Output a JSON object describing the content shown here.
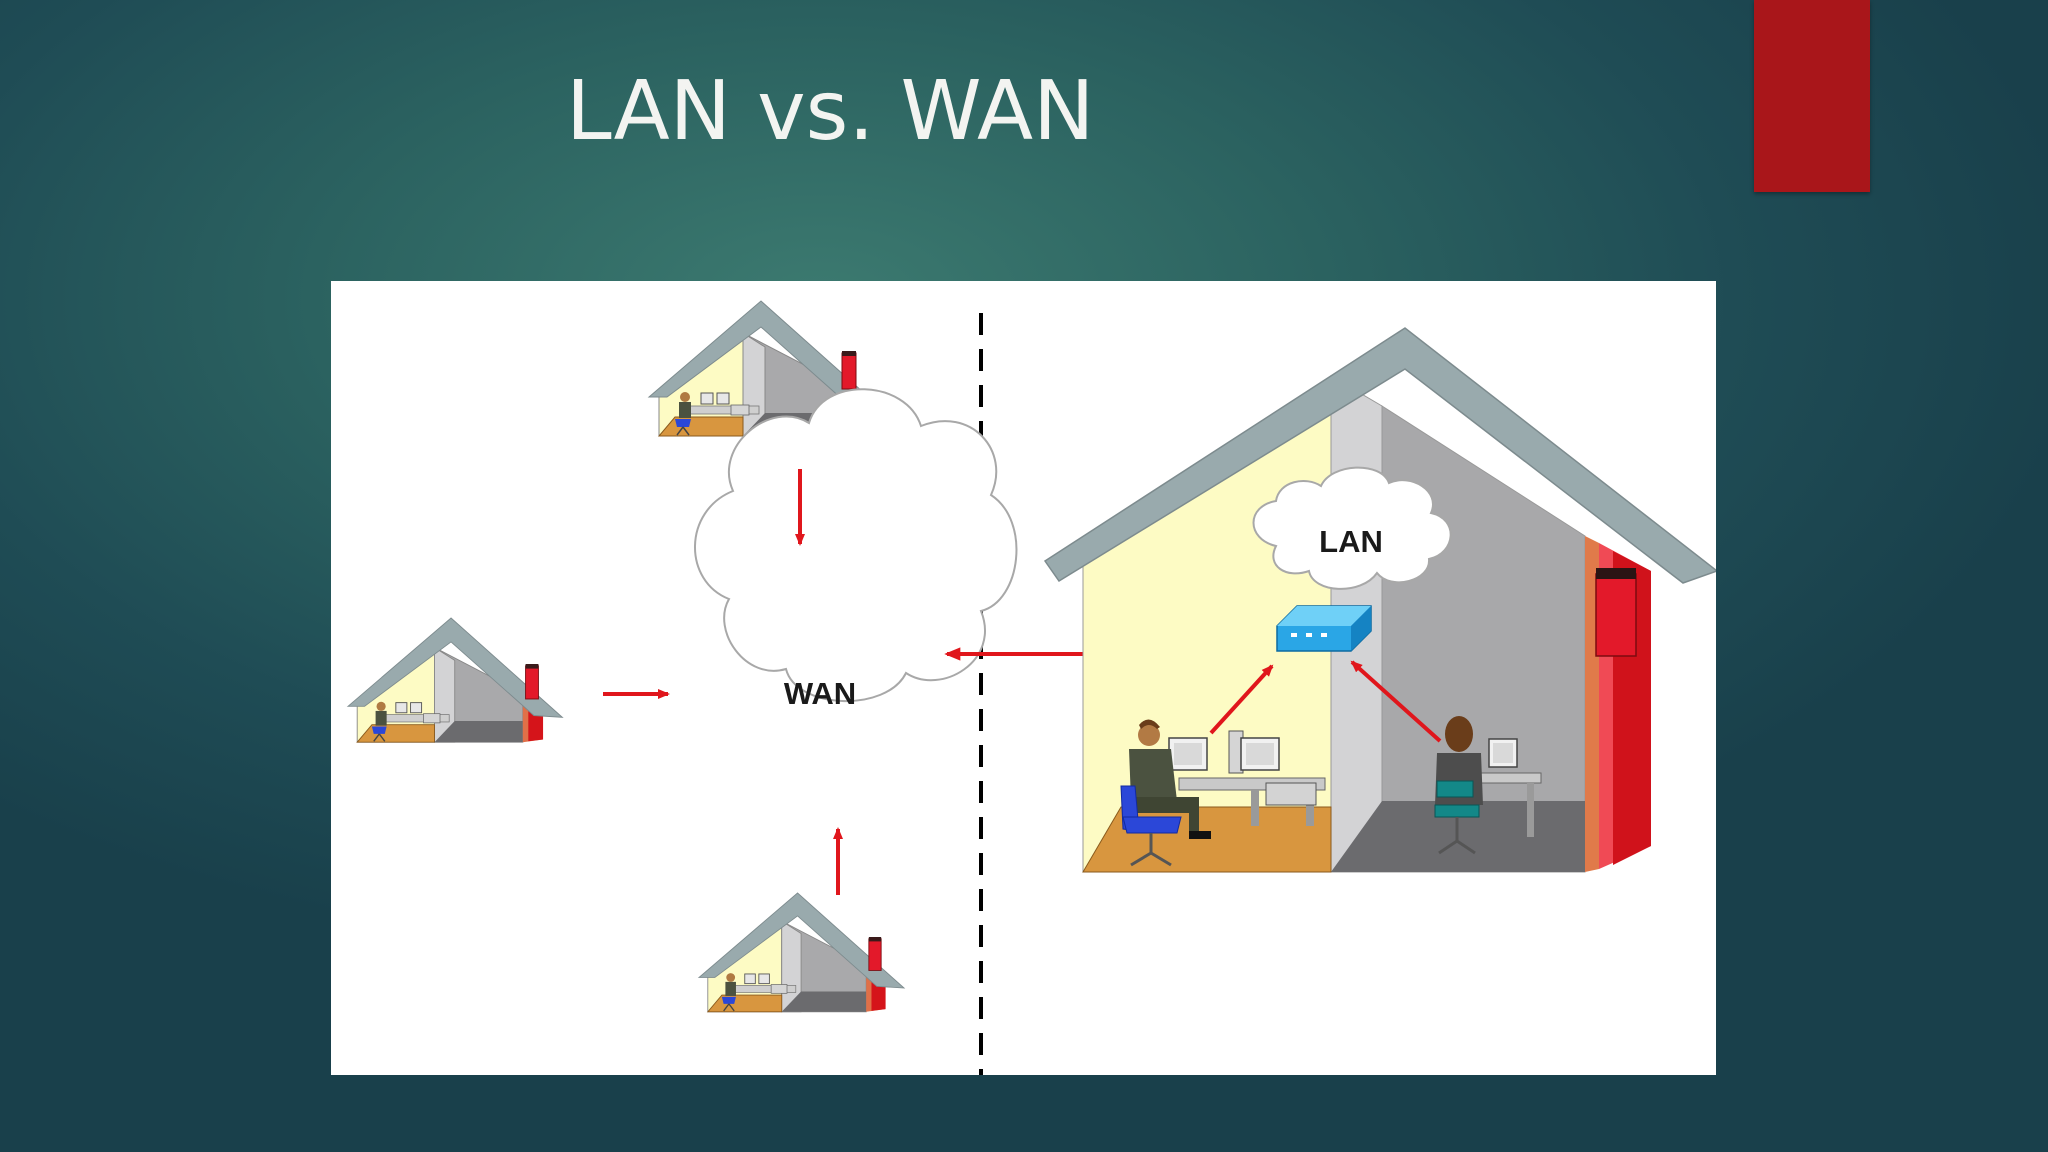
{
  "slide": {
    "title": "LAN vs. WAN"
  },
  "diagram": {
    "wan_label": "WAN",
    "lan_label": "LAN",
    "colors": {
      "arrow": "#e0161c",
      "roof": "#99aaad",
      "chimney": "#e3192a",
      "router": "#2aa6e6",
      "accent_bar": "#a9161a"
    }
  }
}
